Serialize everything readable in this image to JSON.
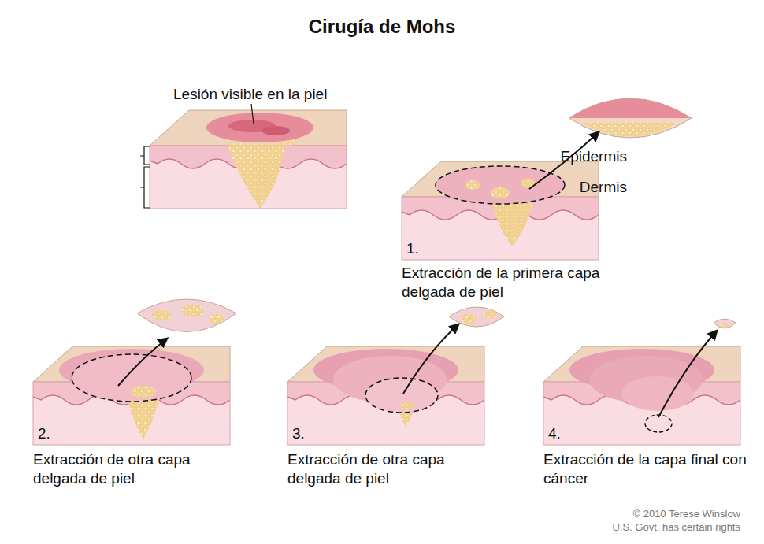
{
  "diagram": {
    "title": "Cirugía de Mohs",
    "labels": [
      "Lesión visible en la piel",
      "Epidermis",
      "Dermis",
      "1.",
      "Extracción de la primera capa delgada de piel",
      "2.",
      "Extracción de otra capa delgada de piel",
      "3.",
      "Extracción de otra capa delgada de piel",
      "4.",
      "Extracción de la capa final con cáncer",
      "© 2010 Terese Winslow",
      "U.S. Govt. has certain rights"
    ]
  }
}
